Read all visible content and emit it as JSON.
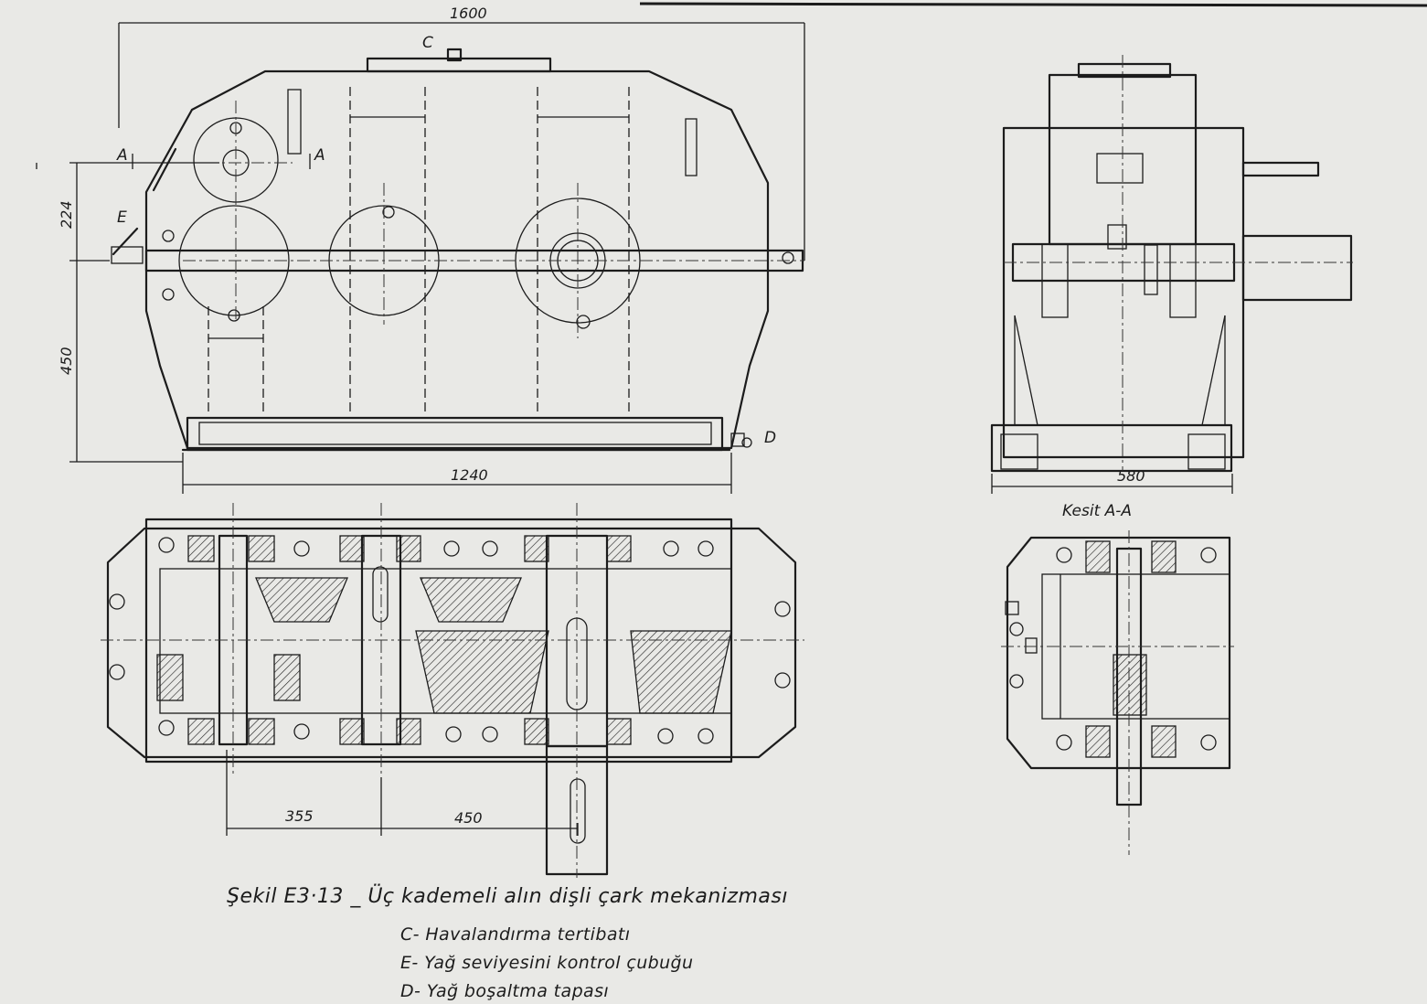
{
  "dimensions": {
    "overall_length": "1600",
    "base_length": "1240",
    "height_lower": "450",
    "height_upper": "224",
    "side_width": "580",
    "shaft_spacing_1": "355",
    "shaft_spacing_2": "450"
  },
  "labels": {
    "section_a_left": "A",
    "section_a_right": "A",
    "vent": "C",
    "oil_gauge": "E",
    "drain": "D",
    "section_title": "Kesit A-A"
  },
  "caption": {
    "title": "Şekil E3·13 _ Üç kademeli alın dişli çark mekanizması",
    "items": [
      "C- Havalandırma tertibatı",
      "E- Yağ seviyesini kontrol çubuğu",
      "D- Yağ boşaltma tapası"
    ]
  }
}
